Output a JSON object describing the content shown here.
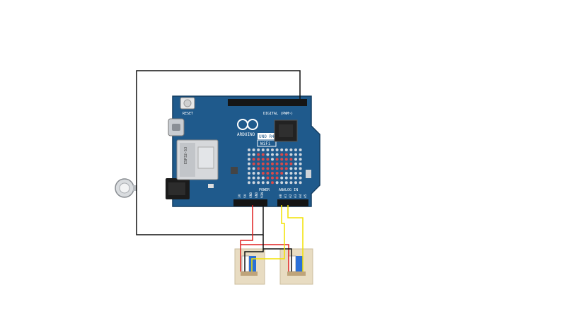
{
  "board": {
    "reset_label": "RESET",
    "logo_label": "ARDUINO",
    "model_label": "UNO R4",
    "variant_label": "WiFi",
    "digital_header_label": "DIGITAL (PWM~)",
    "power_header_label": "POWER",
    "analog_header_label": "ANALOG IN",
    "module_label": "ESP32-S3",
    "power_pins": [
      "3V",
      "5V",
      "GND",
      "GND",
      "VIN"
    ],
    "analog_pins": [
      "A0",
      "A1",
      "A2",
      "A3",
      "A4",
      "A5"
    ],
    "color": "#1f5a8c"
  },
  "wires": {
    "black": "#111111",
    "red": "#e02020",
    "yellow": "#f2e200",
    "blue": "#2a6fd8"
  },
  "sensor_module_color": "#e8dcc2"
}
